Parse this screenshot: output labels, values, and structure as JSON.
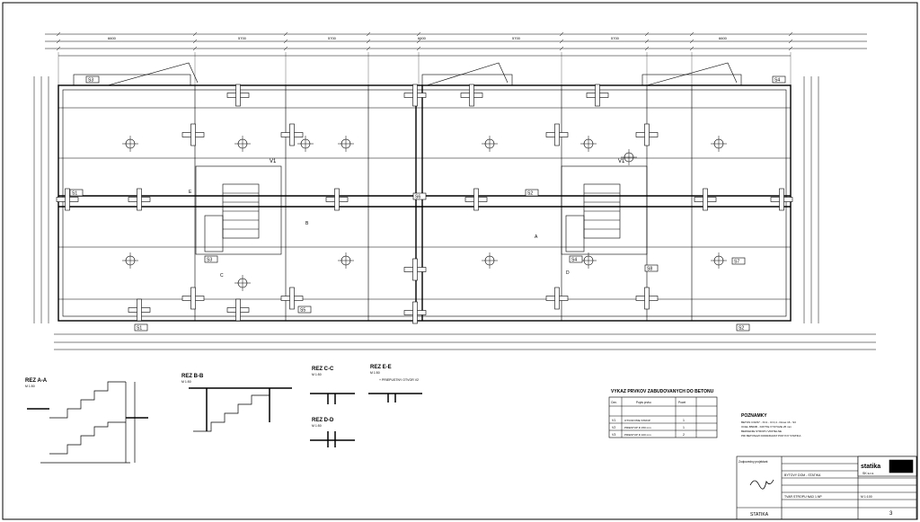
{
  "sections": {
    "aa": {
      "title": "REZ A-A",
      "scale": "M 1:50"
    },
    "bb": {
      "title": "REZ B-B",
      "scale": "M 1:50"
    },
    "cc": {
      "title": "REZ C-C",
      "scale": "M 1:50"
    },
    "dd": {
      "title": "REZ D-D",
      "scale": "M 1:50"
    },
    "ee": {
      "title": "REZ E-E",
      "scale": "M 1:50",
      "note": "+ PRIEPUSTNY OTVOR V2"
    }
  },
  "column_labels": [
    "S1",
    "S2",
    "S3",
    "S4",
    "S5",
    "S6",
    "S7",
    "S8"
  ],
  "dimension_labels": [
    "6600",
    "5700",
    "5700",
    "6600",
    "5700",
    "5700",
    "6600"
  ],
  "opening_label": "V1",
  "section_markers": [
    "A",
    "B",
    "C",
    "D",
    "E"
  ],
  "sleeves_table": {
    "title": "VYKAZ PRVKOV ZABUDOVANYCH DO BETONU",
    "headers": [
      "Ozn.",
      "Popis prvku",
      "Pocet"
    ],
    "rows": [
      {
        "id": "V1",
        "desc": "OTVOR PRE STROP",
        "qty": "1"
      },
      {
        "id": "V2",
        "desc": "PRIESTUP D 150 mm",
        "qty": "1"
      },
      {
        "id": "V3",
        "desc": "PRIESTUP D 100 mm",
        "qty": "2"
      }
    ]
  },
  "notes": {
    "title": "POZNAMKY",
    "lines": [
      "BETON C30/37 - XC1 - Cl 0,4 - Dmax 16 - S3",
      "OCEL B500B - KRYTIE VYSTUZE 25 mm",
      "BEDNENIE STROPU VIDITELNE",
      "PRI BETONAZI DODRZIAVAT POKYNY STATIKA"
    ]
  },
  "title_block": {
    "company": "statika",
    "company_sub": "SK s.r.o.",
    "project": "BYTOVY DOM - STATIKA",
    "drawing": "TVAR STROPU NAD 1.NP",
    "scale": "M 1:100",
    "sheet_number": "3",
    "footer": "STATIKA",
    "responsible": "Zodpovedny projektant"
  }
}
